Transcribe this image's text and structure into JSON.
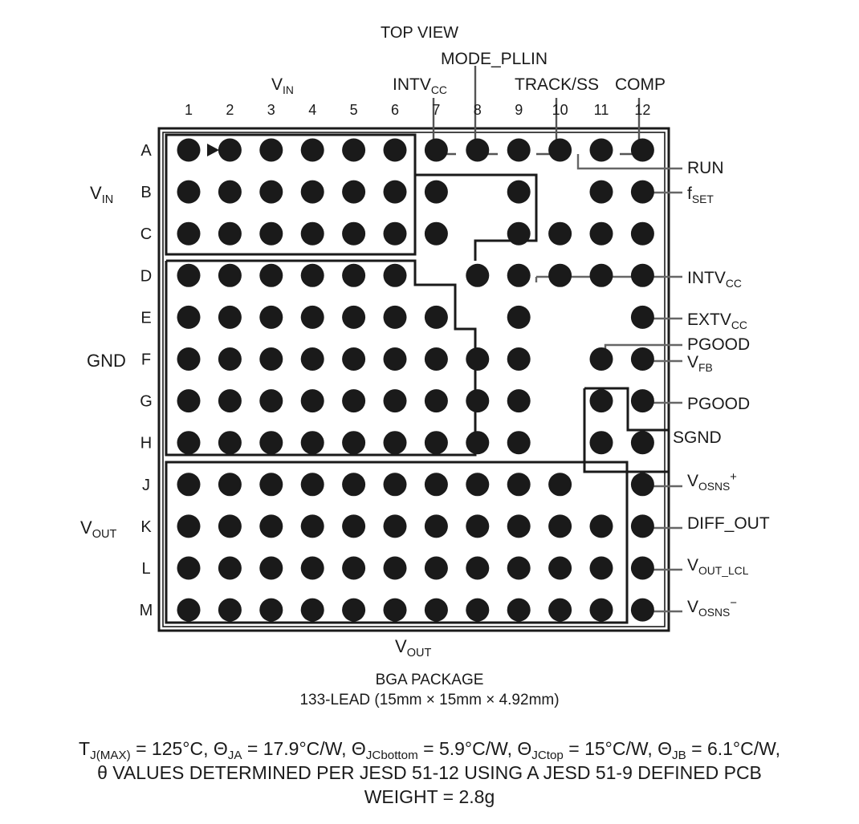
{
  "diagram": {
    "title": "TOP VIEW",
    "package_lines": [
      "BGA PACKAGE",
      "133-LEAD (15mm × 15mm × 4.92mm)"
    ],
    "thermal_lines": [
      "T_J(MAX) = 125°C, θ_JA = 17.9°C/W, θ_JCbottom = 5.9°C/W, θ_JCtop = 15°C/W, θ_JB = 6.1°C/W,",
      "θ VALUES DETERMINED PER JESD 51-12 USING A JESD 51-9 DEFINED PCB",
      "WEIGHT = 2.8g"
    ],
    "weight": "WEIGHT = 2.8g",
    "tj_max": "125°C",
    "theta_ja": "17.9°C/W",
    "theta_jc_bottom": "5.9°C/W",
    "theta_jc_top": "15°C/W",
    "theta_jb": "6.1°C/W",
    "lead_count": "133-LEAD",
    "body_size": "15mm × 15mm × 4.92mm",
    "ink_color": "#1a1a1a"
  },
  "grid": {
    "columns": [
      "1",
      "2",
      "3",
      "4",
      "5",
      "6",
      "7",
      "8",
      "9",
      "10",
      "11",
      "12"
    ],
    "rows": [
      "A",
      "B",
      "C",
      "D",
      "E",
      "F",
      "G",
      "H",
      "J",
      "K",
      "L",
      "M"
    ],
    "ball_map": {
      "A": [
        1,
        2,
        3,
        4,
        5,
        6,
        7,
        8,
        9,
        10,
        11,
        12
      ],
      "B": [
        1,
        2,
        3,
        4,
        5,
        6,
        7,
        9,
        11,
        12
      ],
      "C": [
        1,
        2,
        3,
        4,
        5,
        6,
        7,
        9,
        10,
        11,
        12
      ],
      "D": [
        1,
        2,
        3,
        4,
        5,
        6,
        8,
        9,
        10,
        11,
        12
      ],
      "E": [
        1,
        2,
        3,
        4,
        5,
        6,
        7,
        9,
        12
      ],
      "F": [
        1,
        2,
        3,
        4,
        5,
        6,
        7,
        8,
        9,
        11,
        12
      ],
      "G": [
        1,
        2,
        3,
        4,
        5,
        6,
        7,
        8,
        9,
        11,
        12
      ],
      "H": [
        1,
        2,
        3,
        4,
        5,
        6,
        7,
        8,
        9,
        11,
        12
      ],
      "J": [
        1,
        2,
        3,
        4,
        5,
        6,
        7,
        8,
        9,
        10,
        12
      ],
      "K": [
        1,
        2,
        3,
        4,
        5,
        6,
        7,
        8,
        9,
        10,
        11,
        12
      ],
      "L": [
        1,
        2,
        3,
        4,
        5,
        6,
        7,
        8,
        9,
        10,
        11,
        12
      ],
      "M": [
        1,
        2,
        3,
        4,
        5,
        6,
        7,
        8,
        9,
        10,
        11,
        12
      ]
    },
    "pin_one_marker": "A1"
  },
  "labels": {
    "top": [
      {
        "name": "vin-top",
        "text": "VIN",
        "base": "V",
        "sub": "IN"
      },
      {
        "name": "intvcc-top",
        "text": "INTVCC",
        "base": "INTV",
        "sub": "CC"
      },
      {
        "name": "mode-pllin",
        "text": "MODE_PLLIN",
        "base": "MODE_PLLIN",
        "sub": ""
      },
      {
        "name": "track-ss",
        "text": "TRACK/SS",
        "base": "TRACK/SS",
        "sub": ""
      },
      {
        "name": "comp",
        "text": "COMP",
        "base": "COMP",
        "sub": ""
      }
    ],
    "left": [
      {
        "name": "vin-left",
        "base": "V",
        "sub": "IN"
      },
      {
        "name": "gnd-left",
        "base": "GND",
        "sub": ""
      },
      {
        "name": "vout-left",
        "base": "V",
        "sub": "OUT"
      }
    ],
    "bottom": [
      {
        "name": "vout-bottom",
        "base": "V",
        "sub": "OUT"
      }
    ],
    "right": [
      {
        "name": "run",
        "base": "RUN",
        "sub": "",
        "sup": ""
      },
      {
        "name": "fset",
        "base": "f",
        "sub": "SET",
        "sup": ""
      },
      {
        "name": "intvcc-right",
        "base": "INTV",
        "sub": "CC",
        "sup": ""
      },
      {
        "name": "extvcc",
        "base": "EXTV",
        "sub": "CC",
        "sup": ""
      },
      {
        "name": "pgood-top",
        "base": "PGOOD",
        "sub": "",
        "sup": ""
      },
      {
        "name": "vfb",
        "base": "V",
        "sub": "FB",
        "sup": ""
      },
      {
        "name": "pgood",
        "base": "PGOOD",
        "sub": "",
        "sup": ""
      },
      {
        "name": "sgnd",
        "base": "SGND",
        "sub": "",
        "sup": ""
      },
      {
        "name": "vosns-plus",
        "base": "V",
        "sub": "OSNS",
        "sup": "+"
      },
      {
        "name": "diff-out",
        "base": "DIFF_OUT",
        "sub": "",
        "sup": ""
      },
      {
        "name": "vout-lcl",
        "base": "V",
        "sub": "OUT_LCL",
        "sup": ""
      },
      {
        "name": "vosns-minus",
        "base": "V",
        "sub": "OSNS",
        "sup": "−"
      }
    ]
  }
}
